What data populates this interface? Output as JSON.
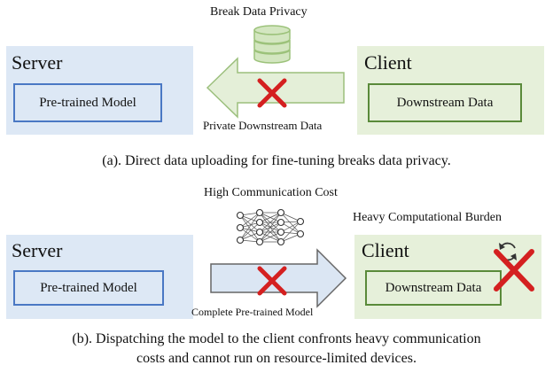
{
  "section_a": {
    "top_label": "Break Data Privacy",
    "server_title": "Server",
    "server_box": "Pre-trained  Model",
    "client_title": "Client",
    "client_box": "Downstream Data",
    "arrow_label": "Private Downstream Data",
    "caption": "(a). Direct data uploading for fine-tuning breaks data privacy."
  },
  "section_b": {
    "top_label": "High Communication Cost",
    "client_top_label": "Heavy Computational Burden",
    "server_title": "Server",
    "server_box": "Pre-trained Model",
    "client_title": "Client",
    "client_box": "Downstream Data",
    "arrow_label": "Complete Pre-trained Model",
    "caption_line1": "(b). Dispatching the model to the client confronts heavy communication",
    "caption_line2": "costs and cannot run on resource-limited devices."
  },
  "colors": {
    "server_bg": "#dde8f5",
    "client_bg": "#e6f0da",
    "server_border": "#4a78c4",
    "client_border": "#5a8a3a",
    "cross": "#d42020",
    "arrow_a_fill": "#e4efd8",
    "arrow_b_fill": "#dbe6f3"
  },
  "icons": [
    "database-icon",
    "neural-network-icon",
    "refresh-icon",
    "red-cross-icon"
  ]
}
